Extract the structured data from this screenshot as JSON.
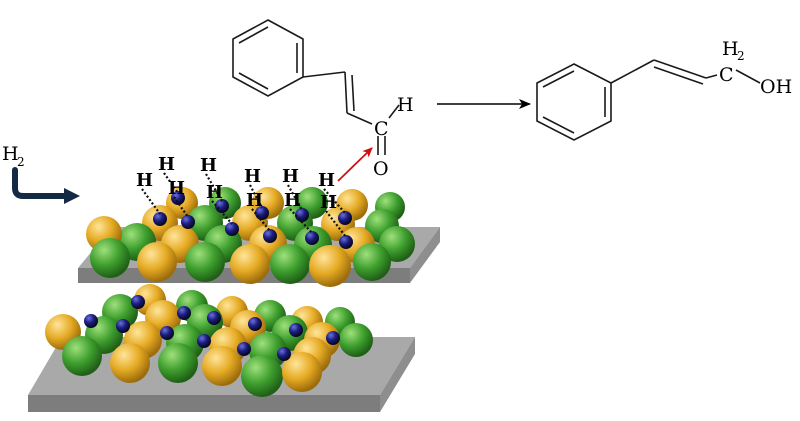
{
  "labels": {
    "h2_gas": "H",
    "h2_gas_sub": "2",
    "aldehyde_h": "H",
    "aldehyde_c": "C",
    "aldehyde_o": "O",
    "product_h2": "H",
    "product_h2_sub": "2",
    "product_c": "C",
    "product_oh": "OH",
    "adsorbed_h": "H"
  },
  "colors": {
    "slab_top": "#a7a7a7",
    "slab_front": "#7e7e7e",
    "atom_green": "#3e9f2e",
    "atom_yellow": "#e5aa23",
    "atom_blue": "#1c1e7e",
    "red_arrow": "#cc1111",
    "bond": "#1a1a1a"
  },
  "icons": {
    "gas_flow": "curved-arrow-icon",
    "reaction": "right-arrow-icon"
  }
}
